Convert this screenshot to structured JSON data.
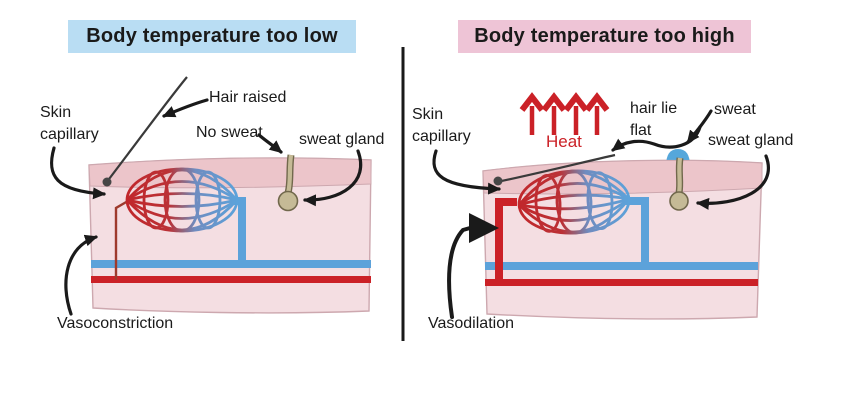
{
  "left_panel": {
    "title": "Body temperature too low",
    "labels": {
      "skin_capillary": "Skin capillary",
      "hair_raised": "Hair raised",
      "no_sweat": "No sweat",
      "sweat_gland": "sweat gland",
      "mechanism": "Vasoconstriction"
    }
  },
  "right_panel": {
    "title": "Body temperature too high",
    "labels": {
      "skin_capillary": "Skin capillary",
      "heat": "Heat",
      "hair_lie_flat": "hair lie flat",
      "sweat": "sweat",
      "sweat_gland": "sweat gland",
      "mechanism": "Vasodilation"
    }
  },
  "colors": {
    "title_low_bg": "#b9ddf3",
    "title_high_bg": "#eec4d6",
    "ink": "#1a1a1a",
    "heat_red": "#cb2127",
    "artery_red": "#cb2127",
    "artery_dark_red": "#9e3a2d",
    "vein_blue": "#5ca2da",
    "capillary_red": "#c1272b",
    "skin_fill": "#f4dee2",
    "skin_band": "#ecc5ca",
    "skin_outline": "#cda8af",
    "gland_tan": "#c5ba96",
    "gland_outline": "#71684c",
    "sweat_drop_blue": "#55a7db",
    "hair_gray": "#3a3a3a"
  }
}
